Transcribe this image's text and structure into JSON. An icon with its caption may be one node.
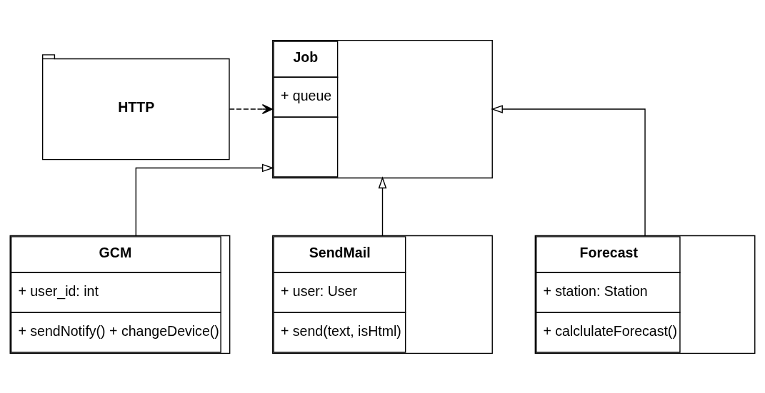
{
  "diagram": {
    "nodes": [
      {
        "text": [
          "HTTP"
        ]
      },
      {
        "text": [
          "Job",
          "+ queue"
        ]
      },
      {
        "text": [
          "GCM",
          "+ user_id: int",
          "+ sendNotify() + changeDevice()"
        ]
      },
      {
        "text": [
          "SendMail",
          "+ user: User",
          "+ send(text, isHtml)"
        ]
      },
      {
        "text": [
          "Forecast",
          "+ station: Station",
          "+ calclulateForecast()"
        ]
      }
    ],
    "edges": [
      {
        "from": 0,
        "to": 1,
        "arrow": "to",
        "style": "dashed"
      },
      {
        "from": 2,
        "to": 1,
        "arrow": "to"
      },
      {
        "from": 3,
        "to": 1,
        "arrow": "to"
      },
      {
        "from": 4,
        "to": 1,
        "arrow": "to"
      }
    ]
  }
}
